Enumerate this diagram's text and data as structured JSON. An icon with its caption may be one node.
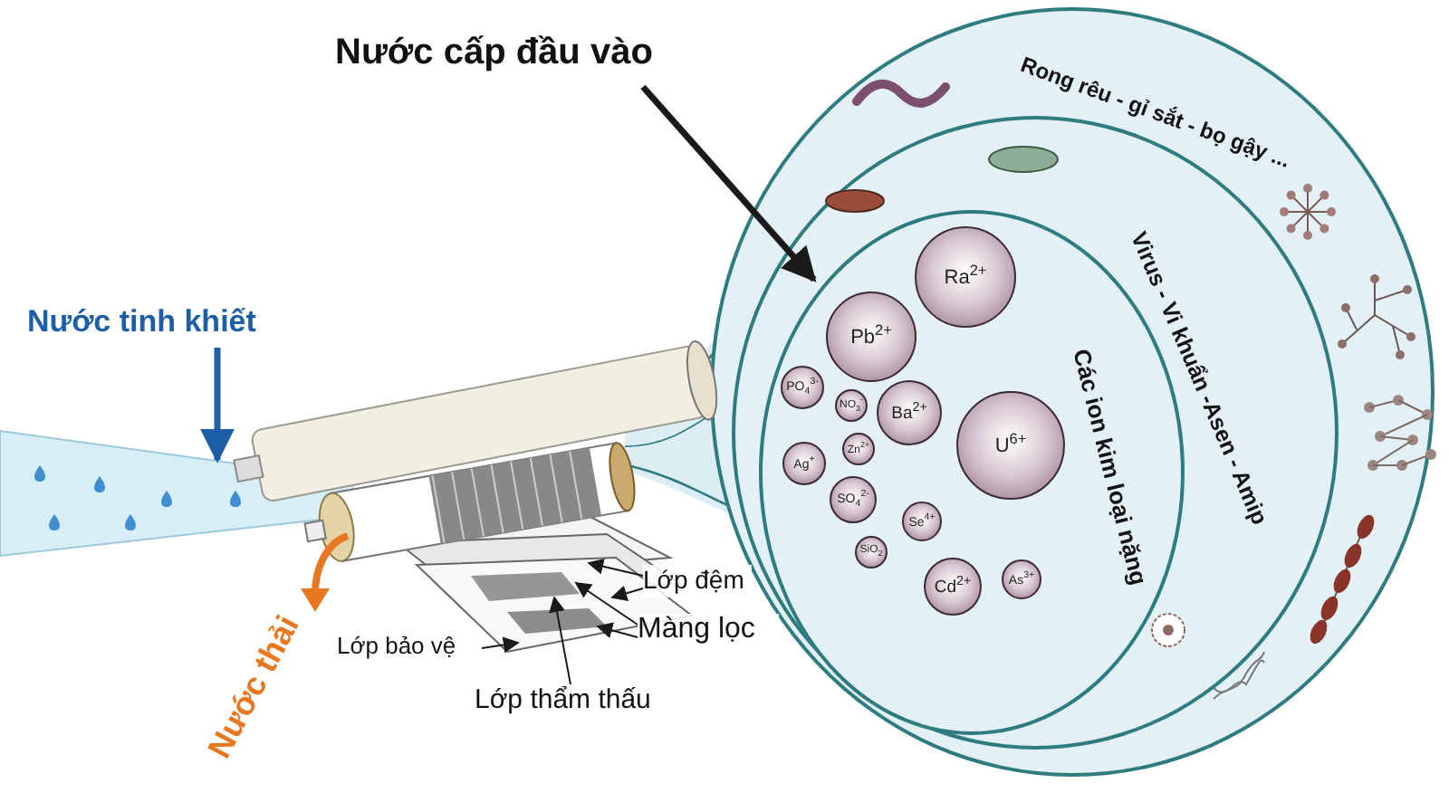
{
  "diagram": {
    "nodes": [
      {
        "text": [
          "Rong rêu - gỉ sắt - bọ gậy ..."
        ]
      },
      {
        "text": [
          "Virus - Vi khuẩn -Asen - Amip"
        ],
        "in": 0
      },
      {
        "text": [
          "Các ion kim loại nặng"
        ],
        "in": 1
      },
      {
        "text": [
          "Pb$^{2+}$"
        ],
        "in": 2
      },
      {
        "text": [
          "Ra$^{2+}$"
        ],
        "in": 2
      },
      {
        "text": [
          "PO$_{4}$$^{3-}$"
        ],
        "in": 2
      },
      {
        "text": [
          "NO$_{3}$$^{-}$"
        ],
        "in": 2
      },
      {
        "text": [
          "Ba$^{2+}$"
        ],
        "in": 2
      },
      {
        "text": [
          "U$^{6+}$"
        ],
        "in": 2
      },
      {
        "text": [
          "Ag$^{+}$"
        ],
        "in": 2
      },
      {
        "text": [
          "Zn$^{2+}$"
        ],
        "in": 2
      },
      {
        "text": [
          "SO$_{4}$$^{2-}$"
        ],
        "in": 2
      },
      {
        "text": [
          "Se$^{4+}$"
        ],
        "in": 2
      },
      {
        "text": [
          "SiO$_{2}$"
        ],
        "in": 2
      },
      {
        "text": [
          "Cd$^{2+}$"
        ],
        "in": 2
      },
      {
        "text": [
          "As$^{3+}$"
        ],
        "in": 2
      },
      {
        "text": [
          "Nước cấp đầu vào"
        ]
      },
      {
        "text": [
          "Nước tinh khiết"
        ]
      },
      {
        "text": [],
        "shape": "picture"
      },
      {
        "text": [
          "Lớp đệm"
        ]
      },
      {
        "text": [
          "Màng lọc"
        ]
      },
      {
        "text": [
          "Lớp bảo vệ"
        ]
      },
      {
        "text": [
          "Lớp thẩm thấu"
        ]
      }
    ],
    "edges": [
      {
        "from": 16,
        "to": 2,
        "arrow": "to",
        "style": "thick"
      },
      {
        "from": 17,
        "to": 18,
        "arrow": "to",
        "style": "thick",
        "color": "#1d5fa6"
      },
      {
        "from": 19,
        "to": null,
        "arrow": "to"
      },
      {
        "from": 19,
        "to": null,
        "arrow": "to"
      },
      {
        "from": 20,
        "to": null,
        "arrow": "to"
      },
      {
        "from": 20,
        "to": null,
        "arrow": "to"
      },
      {
        "from": 21,
        "to": null,
        "arrow": "to"
      },
      {
        "from": 22,
        "to": null,
        "arrow": "to"
      }
    ],
    "labels": [
      "Nước thải"
    ]
  }
}
